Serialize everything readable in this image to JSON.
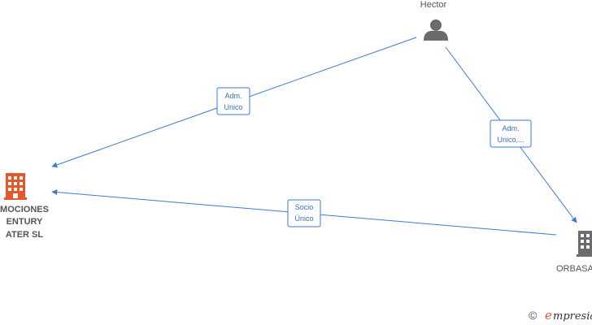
{
  "nodes": {
    "person": {
      "label": "Hector",
      "icon": "person-icon",
      "color": "#6b6b6b"
    },
    "company_left": {
      "label_lines": [
        "MOCIONES",
        "ENTURY",
        "ATER  SL"
      ],
      "icon": "building-icon",
      "color": "#e8572a"
    },
    "company_right": {
      "label": "ORBASA",
      "icon": "building-icon",
      "color": "#6b6b6b"
    }
  },
  "edges": {
    "person_to_left": {
      "label_lines": [
        "Adm.",
        "Unico"
      ]
    },
    "person_to_right": {
      "label_lines": [
        "Adm.",
        "Unico,..."
      ]
    },
    "right_to_left": {
      "label_lines": [
        "Socio",
        "Único"
      ]
    }
  },
  "footer": {
    "copyright": "©",
    "brand": "mpresia",
    "brand_initial": "e"
  },
  "colors": {
    "edge": "#3a7bd5",
    "accent": "#e8572a",
    "brand": "#e8572a"
  }
}
